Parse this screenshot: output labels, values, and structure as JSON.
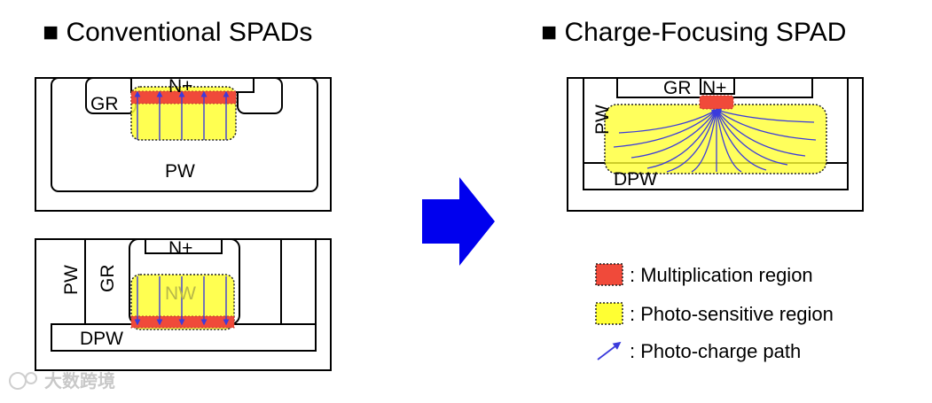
{
  "titles": {
    "left": "■ Conventional SPADs",
    "right": "■ Charge-Focusing SPAD"
  },
  "labels": {
    "gr": "GR",
    "n_plus": "N+",
    "pw": "PW",
    "nw": "NW",
    "dpw": "DPW"
  },
  "legend": {
    "multiplication": ": Multiplication region",
    "photosensitive": ": Photo-sensitive region",
    "path": ": Photo-charge path"
  },
  "watermark": "大数跨境",
  "colors": {
    "arrow": "#0000ee",
    "charge_path": "#3b3bdc",
    "multiplication": "#f04a3a",
    "multiplication_outline": "#c0392b",
    "photosensitive": "#ffff33",
    "photosensitive_dim": "#f2f24a",
    "outline": "#000000"
  }
}
